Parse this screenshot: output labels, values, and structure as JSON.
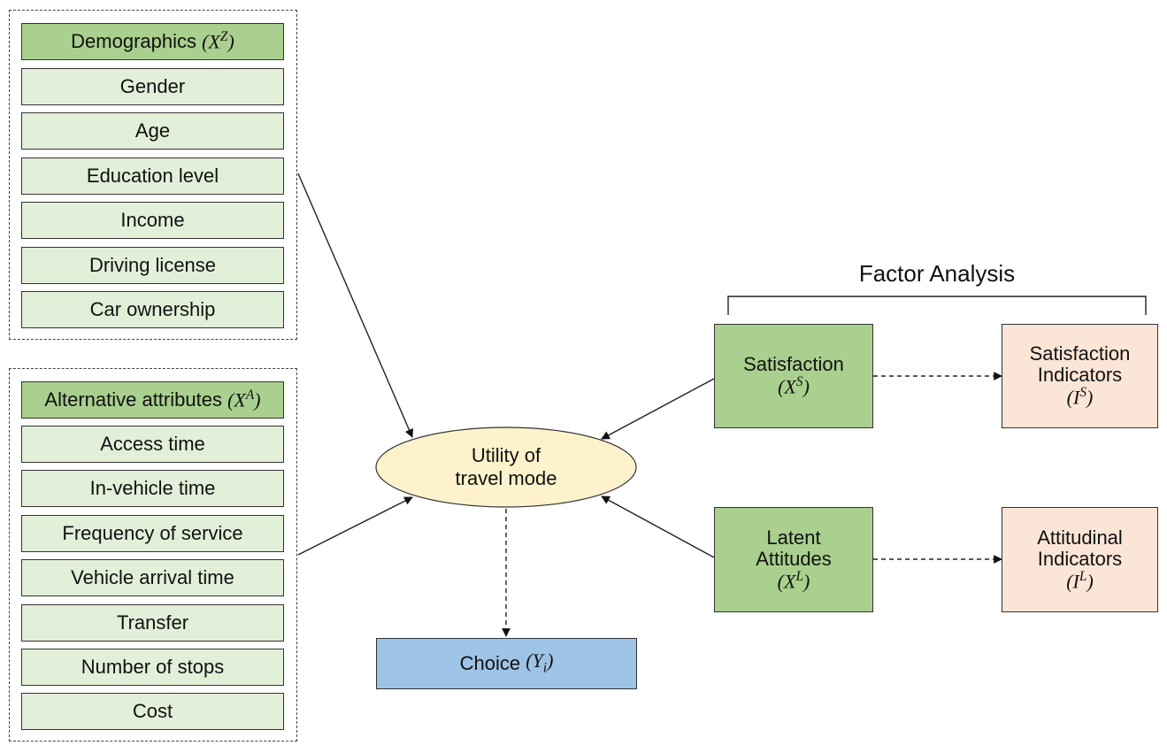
{
  "demographics": {
    "header": "Demographics",
    "symbol": "X",
    "sup": "Z",
    "items": [
      "Gender",
      "Age",
      "Education level",
      "Income",
      "Driving license",
      "Car ownership"
    ]
  },
  "alternatives": {
    "header": "Alternative attributes",
    "symbol": "X",
    "sup": "A",
    "items": [
      "Access time",
      "In-vehicle time",
      "Frequency of service",
      "Vehicle arrival time",
      "Transfer",
      "Number of stops",
      "Cost"
    ]
  },
  "utility": {
    "line1": "Utility of",
    "line2": "travel mode"
  },
  "choice": {
    "label": "Choice",
    "symbol": "Y",
    "sub": "i"
  },
  "factor_analysis": {
    "title": "Factor Analysis"
  },
  "satisfaction": {
    "label": "Satisfaction",
    "symbol": "X",
    "sup": "S"
  },
  "satisfaction_indicators": {
    "line1": "Satisfaction",
    "line2": "Indicators",
    "symbol": "I",
    "sup": "S"
  },
  "latent": {
    "line1": "Latent",
    "line2": "Attitudes",
    "symbol": "X",
    "sup": "L"
  },
  "attitudinal_indicators": {
    "line1": "Attitudinal",
    "line2": "Indicators",
    "symbol": "I",
    "sup": "L"
  },
  "colors": {
    "light_green": "#e2efd9",
    "dark_green": "#a9d08e",
    "peach": "#fbe5d6",
    "blue": "#9dc3e6",
    "ellipse": "#fdf2cc"
  }
}
